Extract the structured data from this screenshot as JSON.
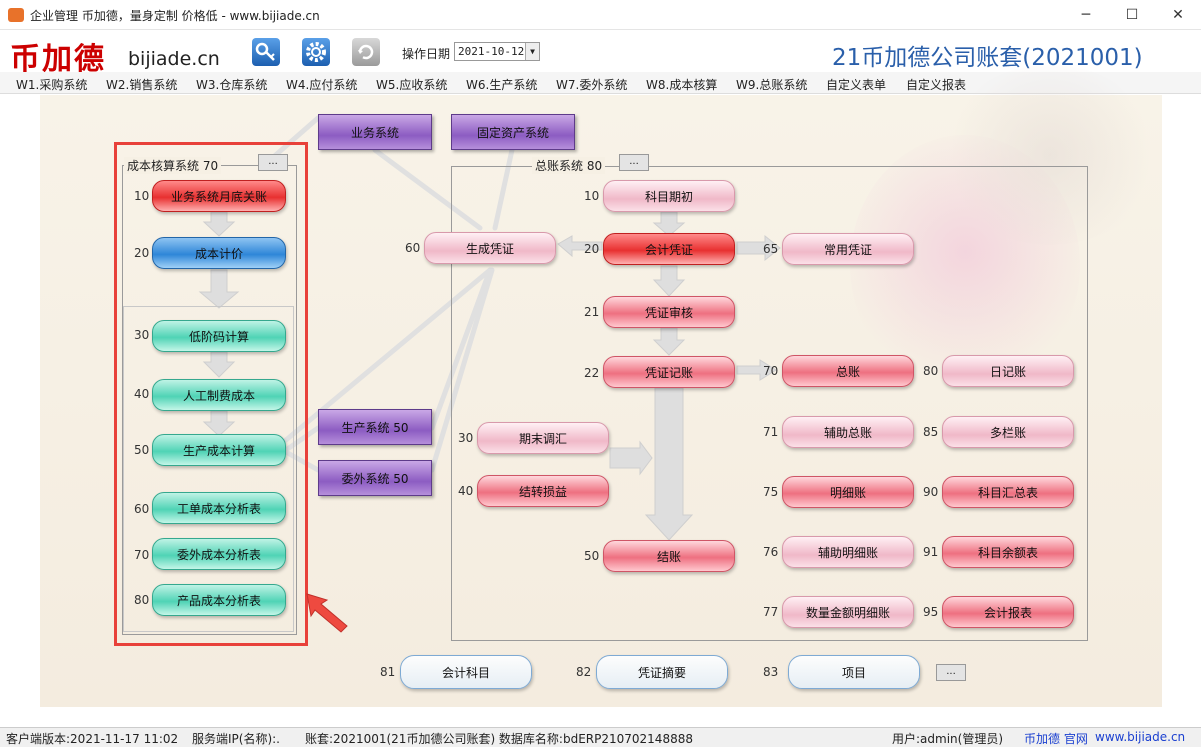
{
  "window": {
    "title": "企业管理 币加德，量身定制 价格低 - www.bijiade.cn",
    "minimize": "─",
    "maximize": "☐",
    "close": "✕"
  },
  "toolbar": {
    "logo_cn": "币加德",
    "logo_en": "bijiade.cn",
    "date_label": "操作日期",
    "date_value": "2021-10-12",
    "date_arrow": "▼",
    "company": "21币加德公司账套(2021001)"
  },
  "menu": [
    "W1.采购系统",
    "W2.销售系统",
    "W3.仓库系统",
    "W4.应付系统",
    "W5.应收系统",
    "W6.生产系统",
    "W7.委外系统",
    "W8.成本核算",
    "W9.总账系统",
    "自定义表单",
    "自定义报表"
  ],
  "cost": {
    "title": "成本核算系统",
    "code": "70",
    "more": "...",
    "nodes": [
      {
        "num": "10",
        "label": "业务系统月底关账"
      },
      {
        "num": "20",
        "label": "成本计价"
      },
      {
        "num": "30",
        "label": "低阶码计算"
      },
      {
        "num": "40",
        "label": "人工制费成本"
      },
      {
        "num": "50",
        "label": "生产成本计算"
      },
      {
        "num": "60",
        "label": "工单成本分析表"
      },
      {
        "num": "70",
        "label": "委外成本分析表"
      },
      {
        "num": "80",
        "label": "产品成本分析表"
      }
    ]
  },
  "modules": {
    "business": "业务系统",
    "fixed_assets": "固定资产系统",
    "production": "生产系统 50",
    "outsource": "委外系统 50"
  },
  "gl": {
    "title": "总账系统",
    "code": "80",
    "more": "...",
    "gen_voucher": {
      "num": "60",
      "label": "生成凭证"
    },
    "subject_init": {
      "num": "10",
      "label": "科目期初"
    },
    "voucher": {
      "num": "20",
      "label": "会计凭证"
    },
    "common_voucher": {
      "num": "65",
      "label": "常用凭证"
    },
    "audit": {
      "num": "21",
      "label": "凭证审核"
    },
    "post": {
      "num": "22",
      "label": "凭证记账"
    },
    "adjust": {
      "num": "30",
      "label": "期末调汇"
    },
    "transfer": {
      "num": "40",
      "label": "结转损益"
    },
    "close": {
      "num": "50",
      "label": "结账"
    },
    "reports_left": [
      {
        "num": "70",
        "label": "总账"
      },
      {
        "num": "71",
        "label": "辅助总账"
      },
      {
        "num": "75",
        "label": "明细账"
      },
      {
        "num": "76",
        "label": "辅助明细账"
      },
      {
        "num": "77",
        "label": "数量金额明细账"
      }
    ],
    "reports_right": [
      {
        "num": "80",
        "label": "日记账"
      },
      {
        "num": "85",
        "label": "多栏账"
      },
      {
        "num": "90",
        "label": "科目汇总表"
      },
      {
        "num": "91",
        "label": "科目余额表"
      },
      {
        "num": "95",
        "label": "会计报表"
      }
    ]
  },
  "bottom": [
    {
      "num": "81",
      "label": "会计科目"
    },
    {
      "num": "82",
      "label": "凭证摘要"
    },
    {
      "num": "83",
      "label": "项目"
    }
  ],
  "bottom_more": "...",
  "status": {
    "version": "客户端版本:2021-11-17 11:02",
    "server": "服务端IP(名称):.",
    "account": "账套:2021001(21币加德公司账套) 数据库名称:bdERP210702148888",
    "user": "用户:admin(管理员)",
    "site": "币加德 官网",
    "url": "www.bijiade.cn"
  }
}
